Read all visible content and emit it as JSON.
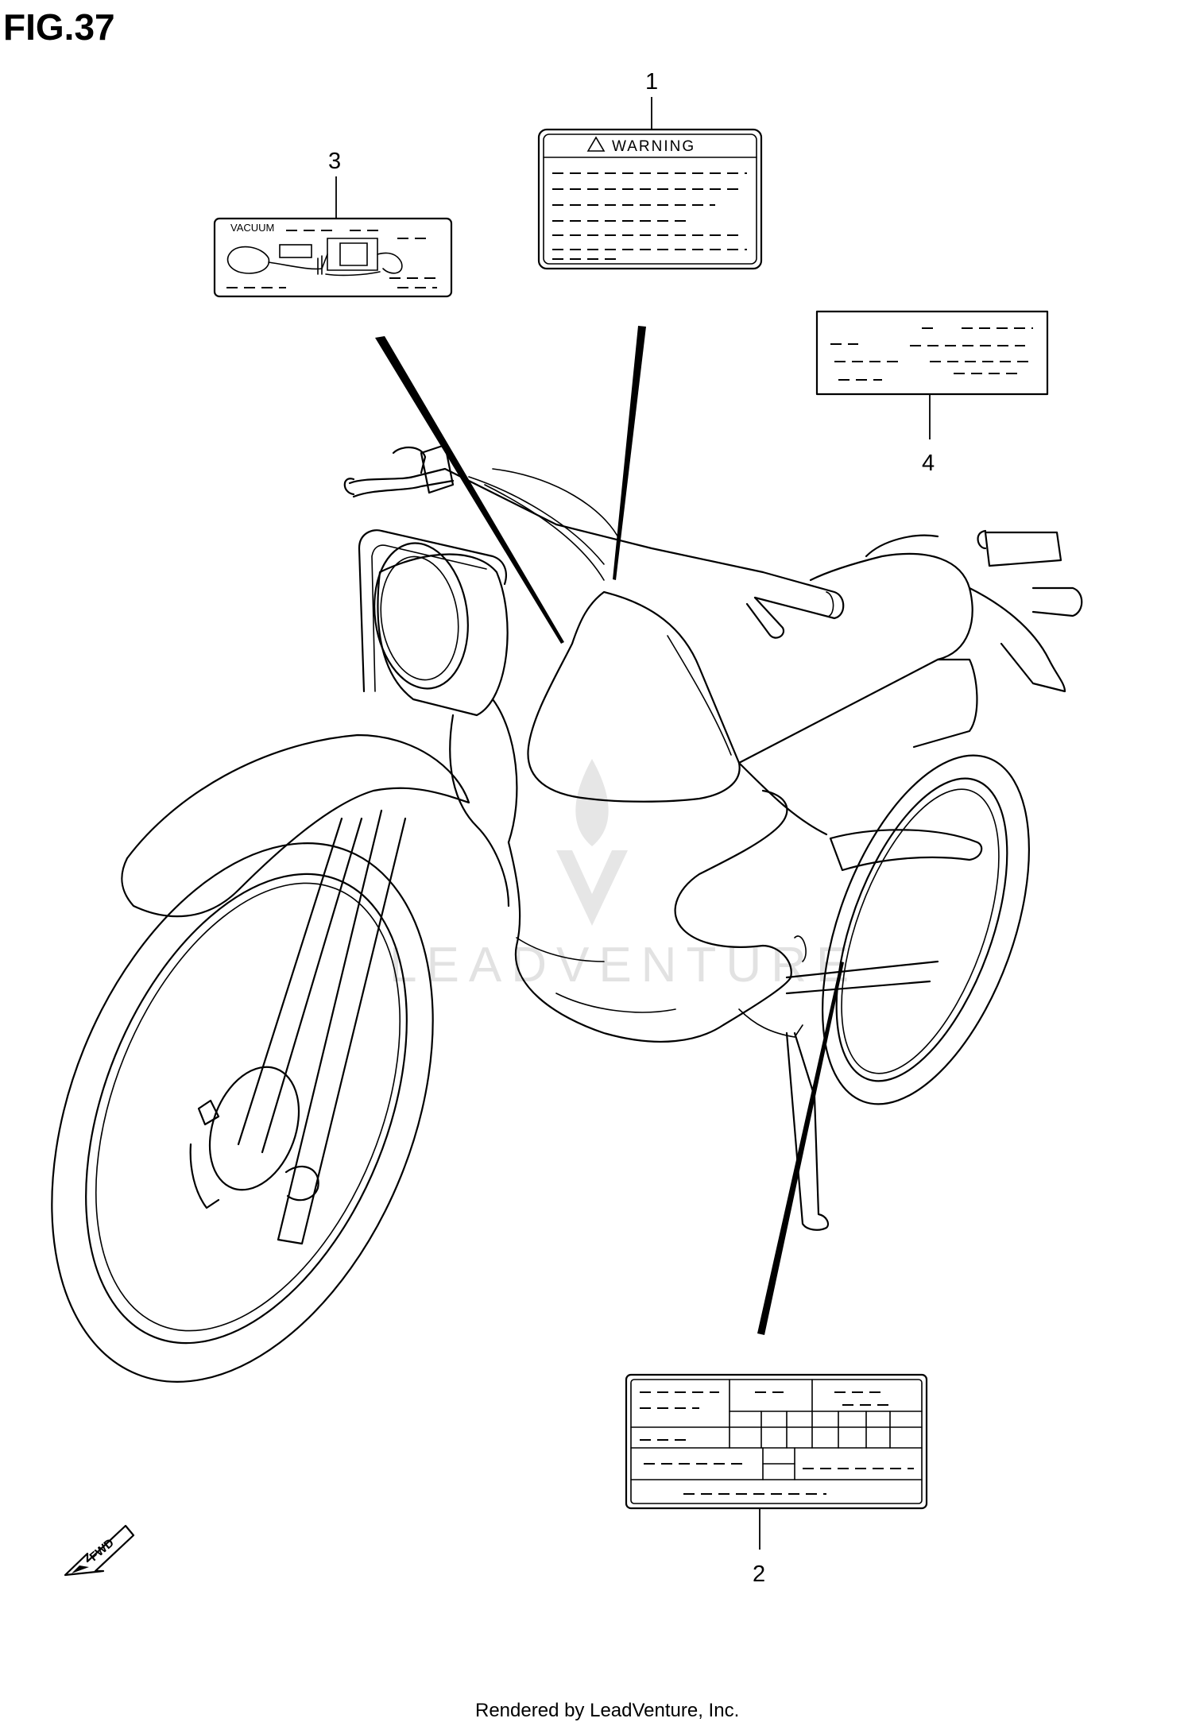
{
  "figure": {
    "title": "FIG.37"
  },
  "labels": [
    {
      "number": "1",
      "header_text": "WARNING"
    },
    {
      "number": "2"
    },
    {
      "number": "3",
      "header_text": "VACUUM"
    },
    {
      "number": "4"
    }
  ],
  "fwd_arrow": {
    "text": "FWD"
  },
  "watermark": {
    "text": "LEADVENTURE"
  },
  "footer": {
    "text": "Rendered by LeadVenture, Inc."
  }
}
